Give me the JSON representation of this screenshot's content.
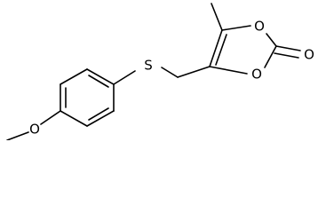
{
  "molecule": {
    "atoms": [
      {
        "id": "S",
        "label": "S"
      },
      {
        "id": "O_methoxy",
        "label": "O"
      },
      {
        "id": "O_ring_top",
        "label": "O"
      },
      {
        "id": "O_ring_bottom",
        "label": "O"
      },
      {
        "id": "O_carbonyl",
        "label": "O"
      }
    ]
  },
  "colors": {
    "bond": "#000000",
    "label": "#000000",
    "background": "#ffffff"
  }
}
